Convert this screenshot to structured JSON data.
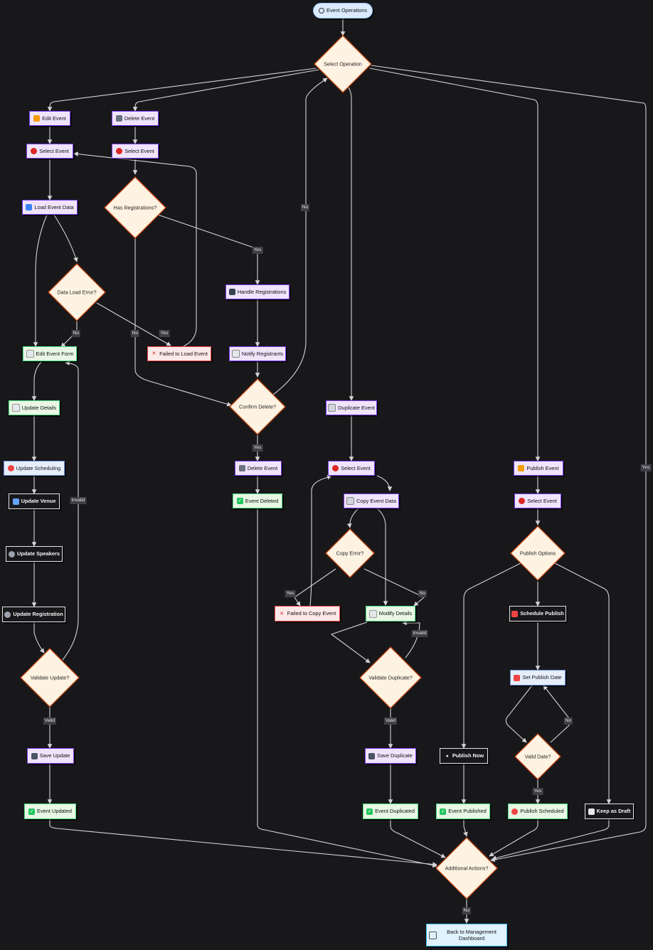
{
  "nodes": {
    "event_operations": "Event Operations",
    "select_operation": "Select Operation",
    "edit_event": "Edit Event",
    "delete_event": "Delete Event",
    "select_event_edit": "Select Event",
    "select_event_delete": "Select Event",
    "load_event_data": "Load Event Data",
    "has_registrations": "Has Registrations?",
    "data_load_error": "Data Load Error?",
    "handle_registrations": "Handle Registrations",
    "edit_event_form": "Edit Event Form",
    "failed_to_load_event": "Failed to Load Event",
    "notify_registrants": "Notify Registrants",
    "update_details": "Update Details",
    "confirm_delete": "Confirm Delete?",
    "duplicate_event": "Duplicate Event",
    "update_scheduling": "Update Scheduling",
    "delete_event_action": "Delete Event",
    "select_event_duplicate": "Select Event",
    "publish_event": "Publish Event",
    "update_venue": "Update Venue",
    "event_deleted": "Event Deleted",
    "copy_event_data": "Copy Event Data",
    "select_event_publish": "Select Event",
    "update_speakers": "Update Speakers",
    "copy_error": "Copy Error?",
    "publish_options": "Publish Options",
    "update_registration": "Update Registration",
    "failed_to_copy_event": "Failed to Copy Event",
    "modify_details": "Modify Details",
    "schedule_publish": "Schedule Publish",
    "validate_update": "Validate Update?",
    "validate_duplicate": "Validate Duplicate?",
    "set_publish_date": "Set Publish Date",
    "save_update": "Save Update",
    "save_duplicate": "Save Duplicate",
    "publish_now": "Publish Now",
    "valid_date": "Valid Date?",
    "event_updated": "Event Updated",
    "event_duplicated": "Event Duplicated",
    "event_published": "Event Published",
    "publish_scheduled": "Publish Scheduled",
    "keep_as_draft": "Keep as Draft",
    "additional_actions": "Additional Actions?",
    "back_to_dashboard": "Back to Management Dashboard"
  },
  "edge_labels": {
    "no_confirm_to_select": "No",
    "yes_has_registrations": "Yes",
    "no_data_load_error": "No",
    "no_has_registrations": "No",
    "yes_data_load_error": "Yes",
    "yes_confirm_delete": "Yes",
    "invalid_update": "Invalid",
    "yes_additional_actions": "Yes",
    "yes_copy_error": "Yes",
    "no_copy_error": "No",
    "invalid_duplicate": "Invalid",
    "valid_update": "Valid",
    "valid_duplicate": "Valid",
    "no_valid_date": "No",
    "yes_valid_date": "Yes",
    "no_additional_actions": "No"
  },
  "icons": {
    "event_operations": "target-icon",
    "edit_event": "pencil-icon",
    "delete_event": "trash-icon",
    "select_event": "target-icon",
    "load_event_data": "inbox-icon",
    "handle_registrations": "people-icon",
    "edit_event_form": "memo-icon",
    "failed": "cross-mark-icon",
    "notify_registrants": "envelope-icon",
    "update_details": "memo-icon",
    "duplicate_event": "clipboard-icon",
    "update_scheduling": "alarm-clock-icon",
    "update_venue": "building-icon",
    "copy_event_data": "clipboard-icon",
    "publish_event": "megaphone-icon",
    "update_speakers": "speaker-icon",
    "update_registration": "person-add-icon",
    "modify_details": "memo-icon",
    "schedule_publish": "calendar-icon",
    "set_publish_date": "calendar-icon",
    "save": "floppy-disk-icon",
    "publish_now": "speaker-loud-icon",
    "success": "check-mark-icon",
    "publish_scheduled": "alarm-clock-icon",
    "keep_as_draft": "page-icon",
    "back_to_dashboard": "house-icon"
  },
  "colors": {
    "background": "#18181b",
    "process_fill": "#efe4fb",
    "process_border": "#7c3aed",
    "decision_fill": "#fef3e2",
    "decision_border": "#c2410c",
    "success_fill": "#e8f7e4",
    "success_border": "#4ade80",
    "error_fill": "#fde8e8",
    "error_border": "#ef4444",
    "edge": "#d4d4d8"
  }
}
